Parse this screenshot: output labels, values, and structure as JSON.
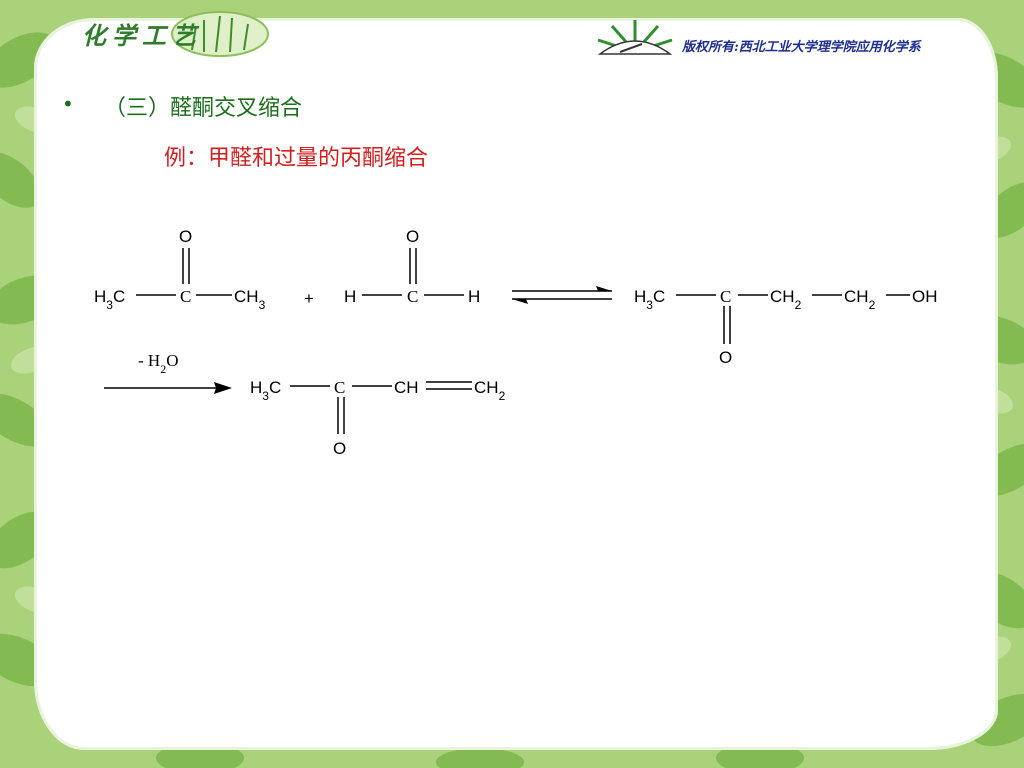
{
  "header": {
    "logo_text": "化学工艺",
    "copyright": "版权所有:西北工业大学理学院应用化学系"
  },
  "content": {
    "bullet": "•",
    "heading": "（三）醛酮交叉缩合",
    "subtitle": "例：甲醛和过量的丙酮缩合"
  },
  "reaction": {
    "acetone": {
      "left": "H3C",
      "center": "C",
      "right": "CH3",
      "oxygen": "O"
    },
    "plus": "+",
    "formaldehyde": {
      "left": "H",
      "center": "C",
      "right": "H",
      "oxygen": "O"
    },
    "aldol": {
      "g1": "H3C",
      "center": "C",
      "g2": "CH2",
      "g3": "CH2",
      "g4": "OH",
      "oxygen": "O"
    },
    "condition": "- H2O",
    "final": {
      "g1": "H3C",
      "center": "C",
      "g2": "CH",
      "g3": "CH2",
      "oxygen": "O"
    }
  },
  "colors": {
    "heading": "#1a6d1a",
    "subtitle": "#d01f1f",
    "copyright": "#1e2f8f",
    "border_leaf": "#7fb84e"
  }
}
